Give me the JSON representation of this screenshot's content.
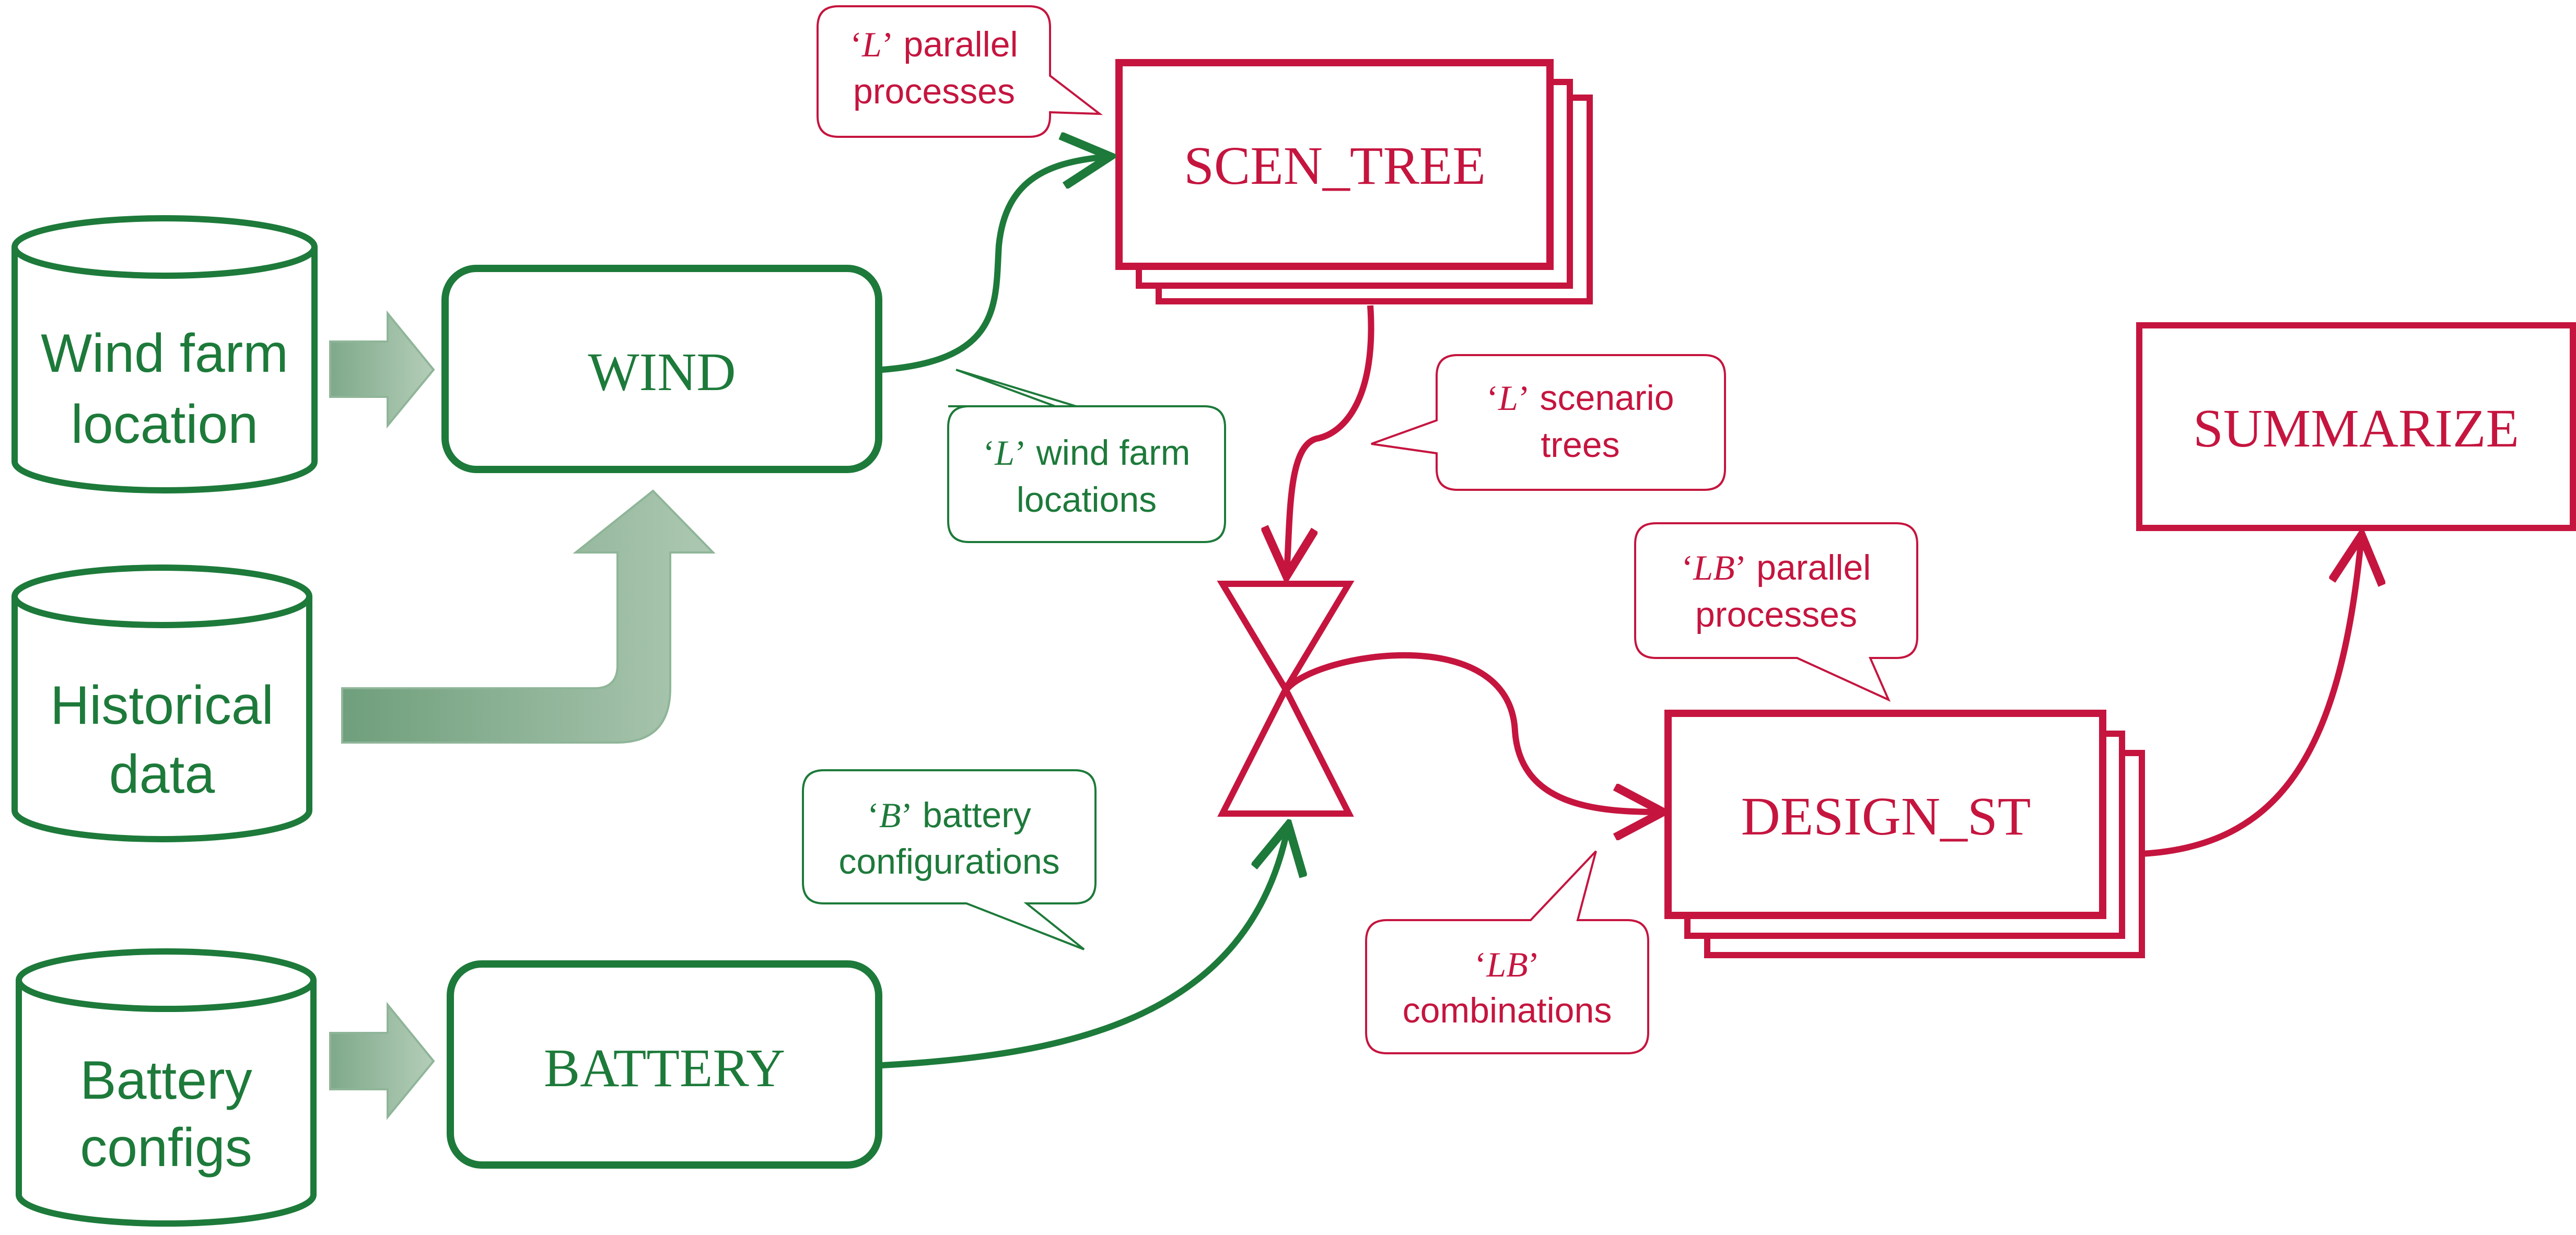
{
  "colors": {
    "green": "#1d7a3a",
    "red": "#c5153f",
    "arrow_light": "#a3c1a8",
    "arrow_dark": "#7aa584",
    "background": "#ffffff"
  },
  "datasources": {
    "wind_farm_location": {
      "line1": "Wind farm",
      "line2": "location"
    },
    "historical_data": {
      "line1": "Historical",
      "line2": "data"
    },
    "battery_configs": {
      "line1": "Battery",
      "line2": "configs"
    }
  },
  "processes": {
    "wind": "WIND",
    "battery": "BATTERY",
    "scen_tree": "SCEN_TREE",
    "design_st": "DESIGN_ST",
    "summarize": "SUMMARIZE"
  },
  "callouts": {
    "scen_tree_parallel": {
      "var": "L",
      "rest1": " parallel",
      "line2": "processes"
    },
    "wind_locations": {
      "var": "L",
      "rest1": " wind farm",
      "line2": "locations"
    },
    "scenario_trees": {
      "var": "L",
      "rest1": " scenario",
      "line2": "trees"
    },
    "battery_configurations": {
      "var": "B",
      "rest1": " battery",
      "line2": "configurations"
    },
    "design_parallel": {
      "var": "LB",
      "rest1": " parallel",
      "line2": "processes"
    },
    "combinations": {
      "var": "LB",
      "rest1": "",
      "line2": "combinations"
    }
  },
  "quote_open": "‘",
  "quote_close": "’",
  "icons": {
    "cylinder": "database-cylinder",
    "block_arrow": "block-arrow-right",
    "merge": "hourglass-merge"
  }
}
